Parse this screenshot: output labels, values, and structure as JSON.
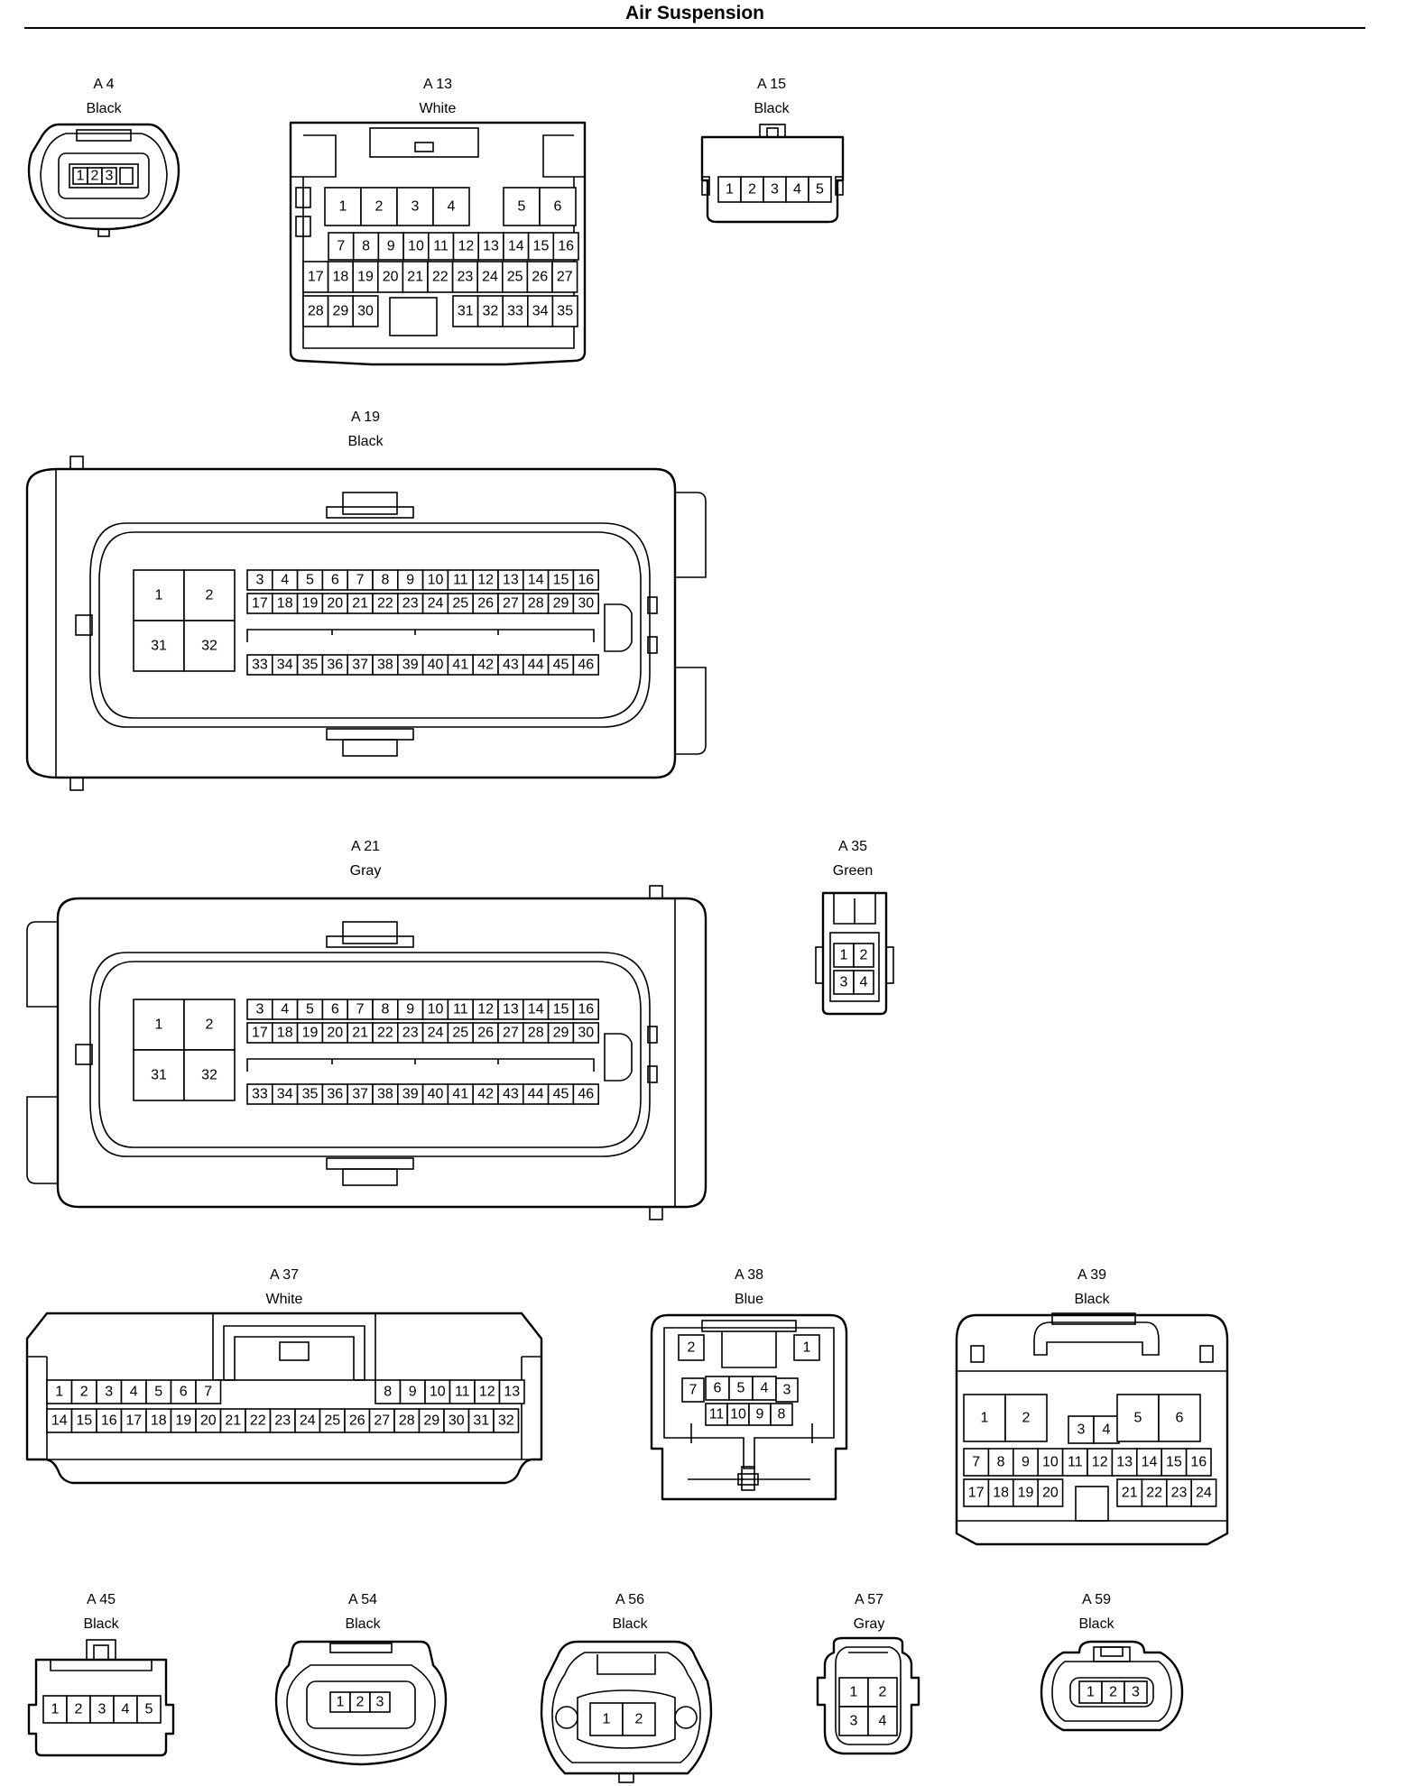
{
  "title": "Air Suspension",
  "connectors": [
    {
      "id": "A 4",
      "color": "Black"
    },
    {
      "id": "A 13",
      "color": "White"
    },
    {
      "id": "A 15",
      "color": "Black"
    },
    {
      "id": "A 19",
      "color": "Black"
    },
    {
      "id": "A 21",
      "color": "Gray"
    },
    {
      "id": "A 35",
      "color": "Green"
    },
    {
      "id": "A 37",
      "color": "White"
    },
    {
      "id": "A 38",
      "color": "Blue"
    },
    {
      "id": "A 39",
      "color": "Black"
    },
    {
      "id": "A 45",
      "color": "Black"
    },
    {
      "id": "A 54",
      "color": "Black"
    },
    {
      "id": "A 56",
      "color": "Black"
    },
    {
      "id": "A 57",
      "color": "Gray"
    },
    {
      "id": "A 59",
      "color": "Black"
    }
  ]
}
